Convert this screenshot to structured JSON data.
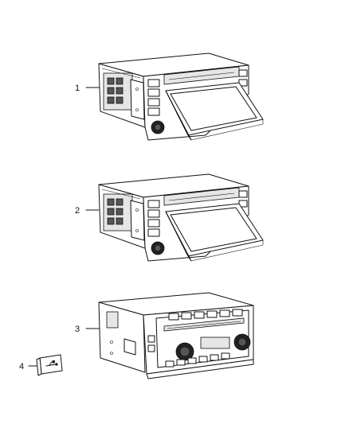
{
  "callouts": {
    "c1": "1",
    "c2": "2",
    "c3": "3",
    "c4": "4"
  },
  "parts": [
    {
      "id": "1",
      "kind": "navigation radio with flip-out touchscreen"
    },
    {
      "id": "2",
      "kind": "navigation radio with flip-out touchscreen"
    },
    {
      "id": "3",
      "kind": "radio receiver with CD slot and knobs"
    },
    {
      "id": "4",
      "kind": "USB port bezel"
    }
  ],
  "icons": {
    "usb": "usb-icon"
  }
}
